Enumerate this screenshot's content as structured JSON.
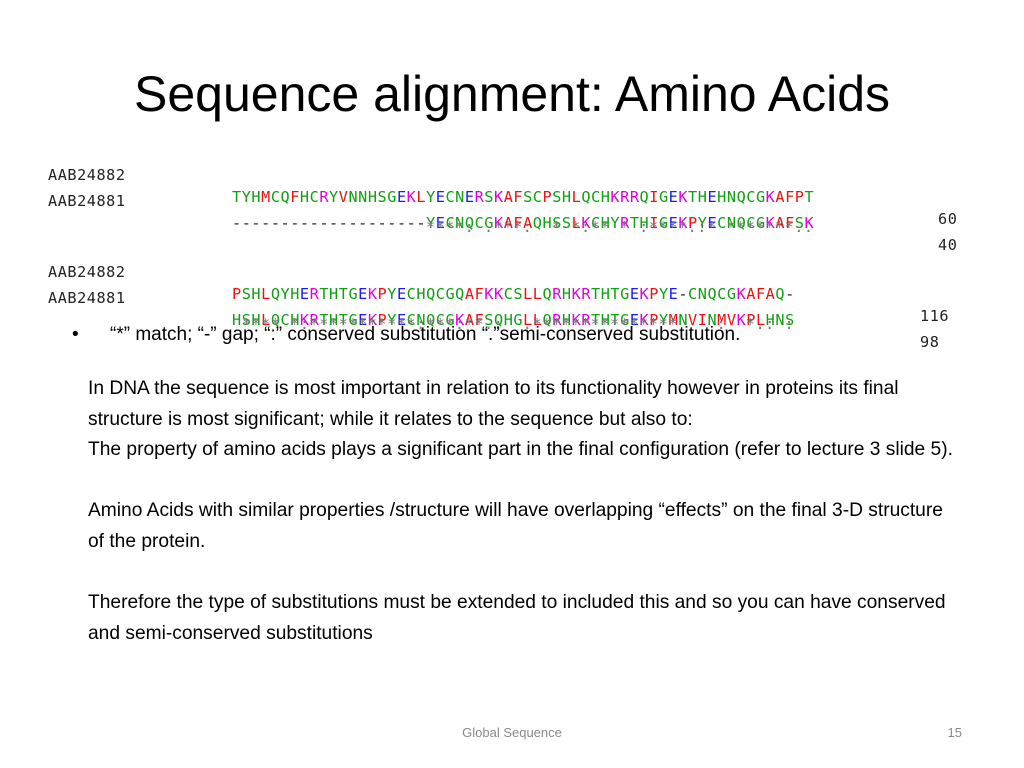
{
  "slide": {
    "title": "Sequence alignment: Amino Acids",
    "bullet": "“*” match;  “-” gap; “:” conserved substitution “.”semi-conserved substitution.",
    "paragraphs": [
      "In DNA the sequence is most important in relation to its functionality however in proteins its final structure is most significant; while it relates to the sequence  but also to:",
      "The property of amino acids plays a significant part in the final configuration (refer to lecture 3 slide 5).",
      "",
      "Amino Acids with similar properties /structure will have overlapping “effects” on the final 3-D structure of the protein.",
      "",
      "Therefore the type of substitutions must be extended to included this and so you can have conserved and semi-conserved substitutions"
    ],
    "footer": {
      "center": "Global Sequence",
      "page": "15"
    }
  },
  "alignment": {
    "blocks": [
      {
        "rows": [
          {
            "id": "AAB24882",
            "seq": "TYHMCQFHCRYVNNHSGEKLYECNERSKAFSCPSHLQCHKRRQIGEKTHEHNQCGKAFPT",
            "num": "60"
          },
          {
            "id": "AAB24881",
            "seq": "--------------------YECNQCGKAFAQHSSLKCHYRTHIGEKPYECNQCGKAFSK",
            "num": "40"
          }
        ],
        "consensus": "                    ****: .***:  * *:** * :****.:* *******.."
      },
      {
        "rows": [
          {
            "id": "AAB24882",
            "seq": "PSHLQYHERTHTGEKPYECHQCGQAFKKCSLLQRHKRTHTGEKPYE-CNQCGKAFAQ-",
            "num": "116"
          },
          {
            "id": "AAB24881",
            "seq": "HSHLQCHKRTHTGEKPYECNQCGKAFSQHGLLQRHKRTHTGEKPYMNVINMVKPLHNS",
            "num": "98"
          }
        ],
        "consensus": " **** *:***********:***:**.:  .***************    :  *.: :"
      }
    ],
    "residue_colors": {
      "red_AVFPMILWY": "#ee1111",
      "green_STYHCNGQ": "#10a010",
      "blue_DE": "#1a1aff",
      "magenta_RK": "#e000e0",
      "gap": "#222222",
      "consensus": "#777777"
    }
  }
}
